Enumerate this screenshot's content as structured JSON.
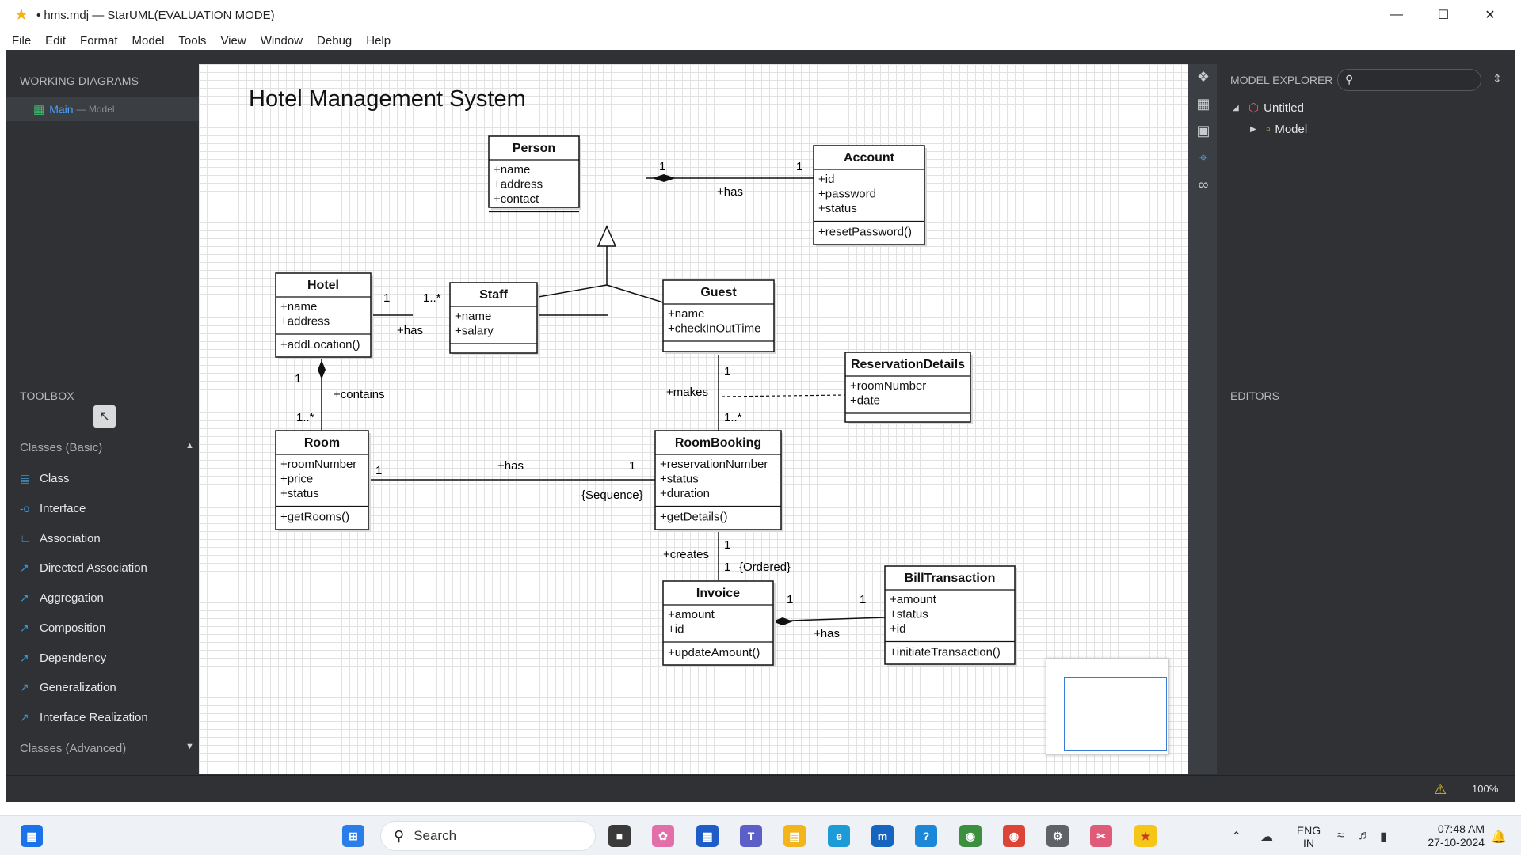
{
  "window": {
    "title": "• hms.mdj — StarUML(EVALUATION MODE)",
    "minimize_icon": "minimize-icon",
    "maximize_icon": "maximize-icon",
    "close_icon": "close-icon"
  },
  "menu": [
    "File",
    "Edit",
    "Format",
    "Model",
    "Tools",
    "View",
    "Window",
    "Debug",
    "Help"
  ],
  "working_diagrams": {
    "header": "WORKING DIAGRAMS",
    "item_name": "Main",
    "item_sep": "— Model"
  },
  "toolbox": {
    "header": "TOOLBOX",
    "section_basic": "Classes (Basic)",
    "items": [
      "Class",
      "Interface",
      "Association",
      "Directed Association",
      "Aggregation",
      "Composition",
      "Dependency",
      "Generalization",
      "Interface Realization"
    ],
    "section_advanced": "Classes (Advanced)"
  },
  "diagram": {
    "title": "Hotel Management System",
    "classes": {
      "person": {
        "name": "Person",
        "attrs": [
          "+name",
          "+address",
          "+contact"
        ],
        "ops": []
      },
      "account": {
        "name": "Account",
        "attrs": [
          "+id",
          "+password",
          "+status"
        ],
        "ops": [
          "+resetPassword()"
        ]
      },
      "hotel": {
        "name": "Hotel",
        "attrs": [
          "+name",
          "+address"
        ],
        "ops": [
          "+addLocation()"
        ]
      },
      "staff": {
        "name": "Staff",
        "attrs": [
          "+name",
          "+salary"
        ],
        "ops": []
      },
      "guest": {
        "name": "Guest",
        "attrs": [
          "+name",
          "+checkInOutTime"
        ],
        "ops": []
      },
      "reservation_details": {
        "name": "ReservationDetails",
        "attrs": [
          "+roomNumber",
          "+date"
        ],
        "ops": []
      },
      "room": {
        "name": "Room",
        "attrs": [
          "+roomNumber",
          "+price",
          "+status"
        ],
        "ops": [
          "+getRooms()"
        ]
      },
      "room_booking": {
        "name": "RoomBooking",
        "attrs": [
          "+reservationNumber",
          "+status",
          "+duration"
        ],
        "ops": [
          "+getDetails()"
        ]
      },
      "invoice": {
        "name": "Invoice",
        "attrs": [
          "+amount",
          "+id"
        ],
        "ops": [
          "+updateAmount()"
        ]
      },
      "bill_transaction": {
        "name": "BillTransaction",
        "attrs": [
          "+amount",
          "+status",
          "+id"
        ],
        "ops": [
          "+initiateTransaction()"
        ]
      }
    },
    "labels": {
      "person_account_m1": "1",
      "person_account_m2": "1",
      "person_account_role": "+has",
      "hotel_staff_m1": "1",
      "hotel_staff_m2": "1..*",
      "hotel_staff_role": "+has",
      "hotel_room_m1": "1",
      "hotel_room_m2": "1..*",
      "hotel_room_role": "+contains",
      "guest_booking_m1": "1",
      "guest_booking_m2": "1..*",
      "guest_booking_role": "+makes",
      "room_booking_m1": "1",
      "room_booking_m2": "1",
      "room_booking_role": "+has",
      "room_booking_constraint": "{Sequence}",
      "booking_invoice_m1": "1",
      "booking_invoice_m2": "1",
      "booking_invoice_role": "+creates",
      "booking_invoice_constraint": "{Ordered}",
      "invoice_bill_m1": "1",
      "invoice_bill_m2": "1",
      "invoice_bill_role": "+has"
    }
  },
  "model_explorer": {
    "header": "MODEL EXPLORER",
    "search_placeholder": "",
    "root": "Untitled",
    "child": "Model"
  },
  "editors": {
    "header": "EDITORS"
  },
  "status": {
    "zoom": "100%"
  },
  "taskbar": {
    "search_label": "Search",
    "lang_line1": "ENG",
    "lang_line2": "IN",
    "time": "07:48 AM",
    "date": "27-10-2024"
  }
}
